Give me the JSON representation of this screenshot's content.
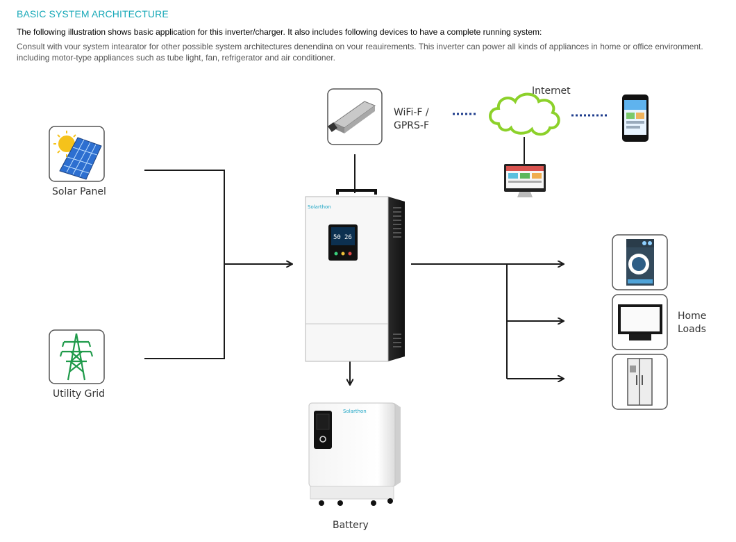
{
  "header": {
    "title": "BASIC SYSTEM ARCHITECTURE",
    "line1": "The following illustration shows basic application for this inverter/charger. It also includes following devices to have a complete running system:",
    "line2": "Consult with vour system intearator for other possible system architectures denendina on vour reauirements. This inverter can power all kinds of appliances in home or office environment.",
    "line3": "including motor-type appliances such as tube light, fan, refrigerator and air conditioner."
  },
  "diagram": {
    "solar_label": "Solar Panel",
    "grid_label": "Utility Grid",
    "wifi_line1": "WiFi-F /",
    "wifi_line2": "GPRS-F",
    "internet_label": "Internet",
    "home_line1": "Home",
    "home_line2": "Loads",
    "battery_label": "Battery",
    "inverter_brand": "Solarthon",
    "battery_brand": "Solarthon",
    "inverter_screen_left": "50",
    "inverter_screen_right": "26",
    "colors": {
      "heading": "#19a9b8",
      "cloud": "#8cd12a",
      "wire": "#1a1a1a",
      "dots": "#1e3c8c"
    }
  }
}
